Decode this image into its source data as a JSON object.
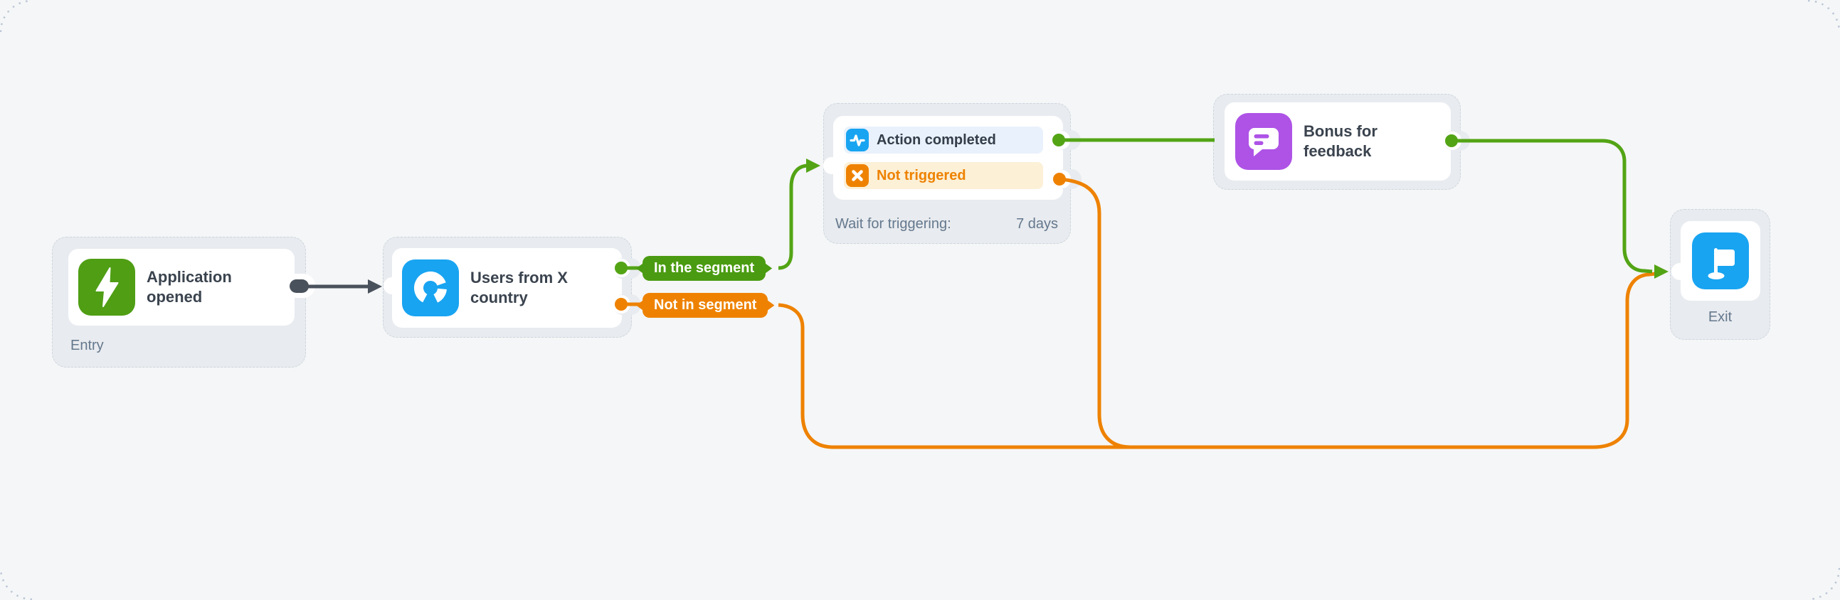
{
  "flow": {
    "entry": {
      "title": "Application opened",
      "type_label": "Entry"
    },
    "segment": {
      "title": "Users from X country",
      "branch_in": "In the segment",
      "branch_out": "Not in segment"
    },
    "trigger": {
      "row_completed": "Action completed",
      "row_not_triggered": "Not triggered",
      "wait_label": "Wait for triggering:",
      "wait_value": "7 days"
    },
    "bonus": {
      "title": "Bonus for feedback"
    },
    "exit": {
      "label": "Exit"
    }
  },
  "colors": {
    "background": "#f5f6f7",
    "node_card": "#e8ebef",
    "green_line": "#53a415",
    "green_badge": "#4a9b11",
    "orange": "#ee8200",
    "azure_icon": "#18a4f1",
    "green_icon": "#4f9e14",
    "purple_icon": "#ae53e6",
    "dark_connector": "#49515c",
    "row_blue_bg": "#e9f1fc",
    "row_cream_bg": "#fcf0d7",
    "title_text": "#3a434e",
    "muted_text": "#64788d"
  }
}
